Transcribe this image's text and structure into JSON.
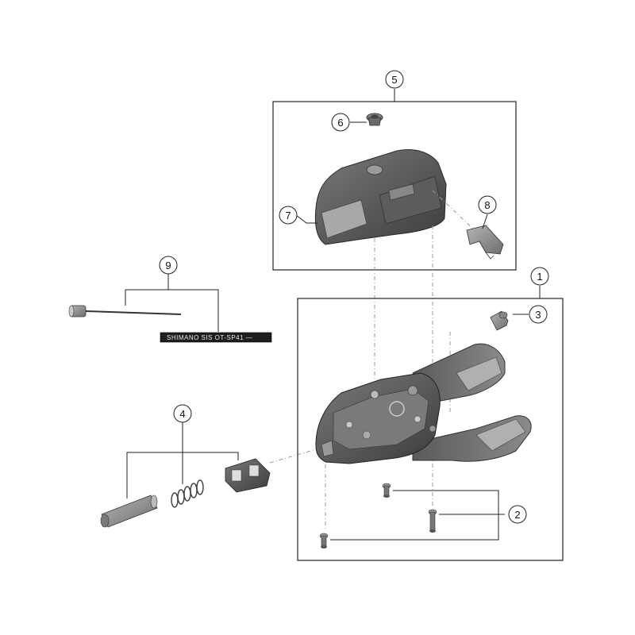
{
  "callouts": {
    "c1": "1",
    "c2": "2",
    "c3": "3",
    "c4": "4",
    "c5": "5",
    "c6": "6",
    "c7": "7",
    "c8": "8",
    "c9": "9"
  },
  "cable_print": "SHIMANO SIS  OT-SP41 —",
  "colors": {
    "part_dark": "#4a4a4a",
    "part_mid": "#6b6b6b",
    "part_light": "#9a9a9a",
    "line": "#222222"
  }
}
